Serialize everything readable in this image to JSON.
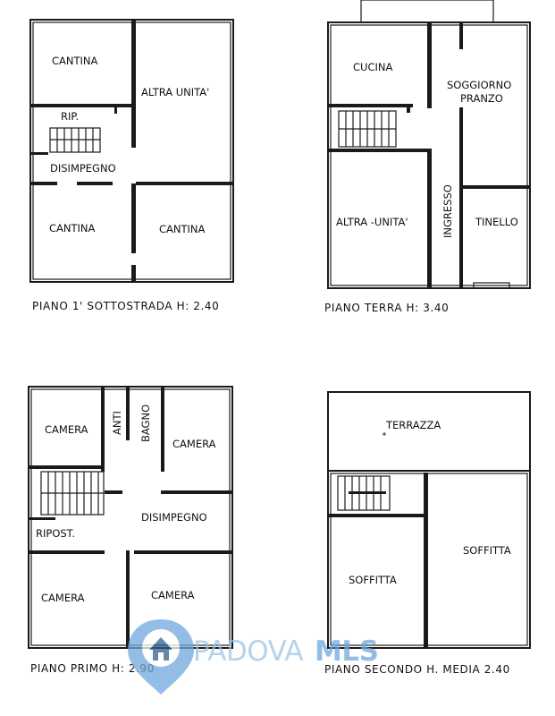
{
  "plans": [
    {
      "caption": "PIANO 1' SOTTOSTRADA H: 2.40",
      "rooms": [
        "CANTINA",
        "ALTRA UNITA'",
        "RIP.",
        "DISIMPEGNO",
        "CANTINA",
        "CANTINA"
      ]
    },
    {
      "caption": "PIANO TERRA    H: 3.40",
      "rooms": [
        "CUCINA",
        "SOGGIORNO",
        "PRANZO",
        "INGRESSO",
        "ALTRA -UNITA'",
        "TINELLO"
      ]
    },
    {
      "caption": "PIANO  PRIMO  H: 2.90",
      "rooms": [
        "CAMERA",
        "ANTI",
        "BAGNO",
        "CAMERA",
        "DISIMPEGNO",
        "RIPOST.",
        "CAMERA",
        "CAMERA"
      ]
    },
    {
      "caption": "PIANO  SECONDO  H. MEDIA 2.40",
      "rooms": [
        "TERRAZZA",
        "SOFFITTA",
        "SOFFITTA"
      ]
    }
  ],
  "watermark": {
    "brand_light": "PADOVA",
    "brand_bold": "MLS",
    "color": "#6fa8dc",
    "icon": "house-pin-icon"
  }
}
